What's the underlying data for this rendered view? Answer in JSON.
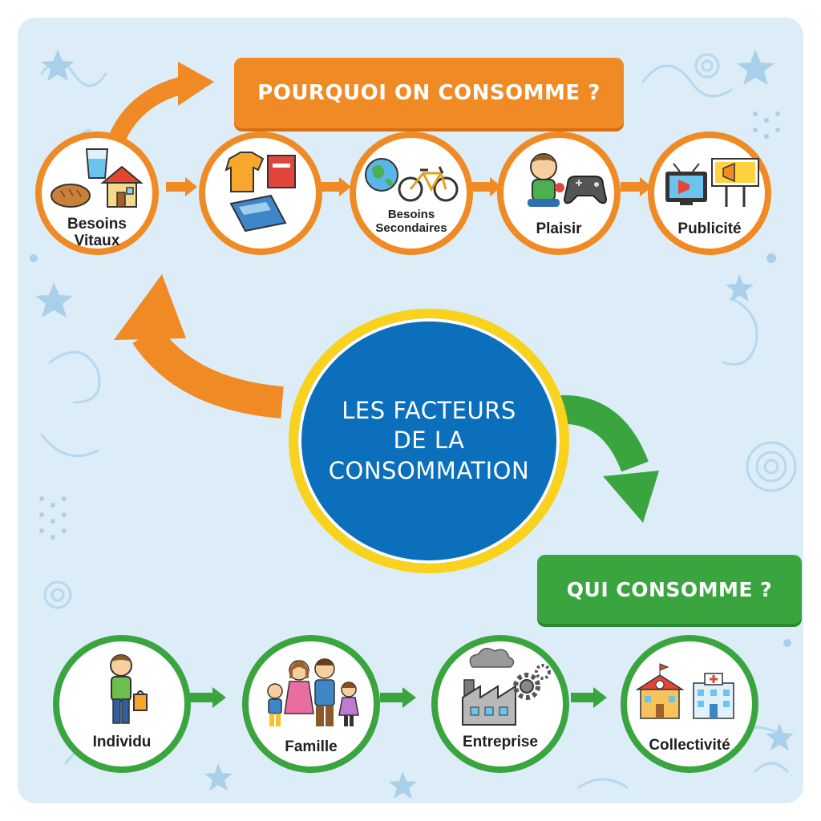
{
  "why_section": {
    "title": "POURQUOI ON CONSOMME ?",
    "accent_color": "#f08a24",
    "items": [
      {
        "label_line1": "Besoins",
        "label_line2": "Vitaux",
        "icons": [
          "water-glass-icon",
          "bread-icon",
          "house-icon"
        ]
      },
      {
        "label_line1": "",
        "label_line2": "",
        "icons": [
          "tshirt-icon",
          "red-book-icon",
          "blue-book-icon"
        ]
      },
      {
        "label_line1": "Besoins",
        "label_line2": "Secondaires",
        "icons": [
          "globe-icon",
          "bicycle-icon"
        ]
      },
      {
        "label_line1": "Plaisir",
        "label_line2": "",
        "icons": [
          "child-playing-icon",
          "game-controller-icon"
        ]
      },
      {
        "label_line1": "Publicité",
        "label_line2": "",
        "icons": [
          "tv-icon",
          "billboard-icon"
        ]
      }
    ]
  },
  "center": {
    "line1": "LES FACTEURS",
    "line2": "DE LA",
    "line3": "CONSOMMATION",
    "fill_color": "#0b6fbc",
    "ring_color": "#f8d21c"
  },
  "who_section": {
    "title": "QUI CONSOMME ?",
    "accent_color": "#3aa53f",
    "items": [
      {
        "label": "Individu",
        "icons": [
          "person-shopping-icon"
        ]
      },
      {
        "label": "Famille",
        "icons": [
          "family-icon"
        ]
      },
      {
        "label": "Entreprise",
        "icons": [
          "factory-icon",
          "gear-icon"
        ]
      },
      {
        "label": "Collectivité",
        "icons": [
          "school-icon",
          "hospital-icon"
        ]
      }
    ]
  }
}
